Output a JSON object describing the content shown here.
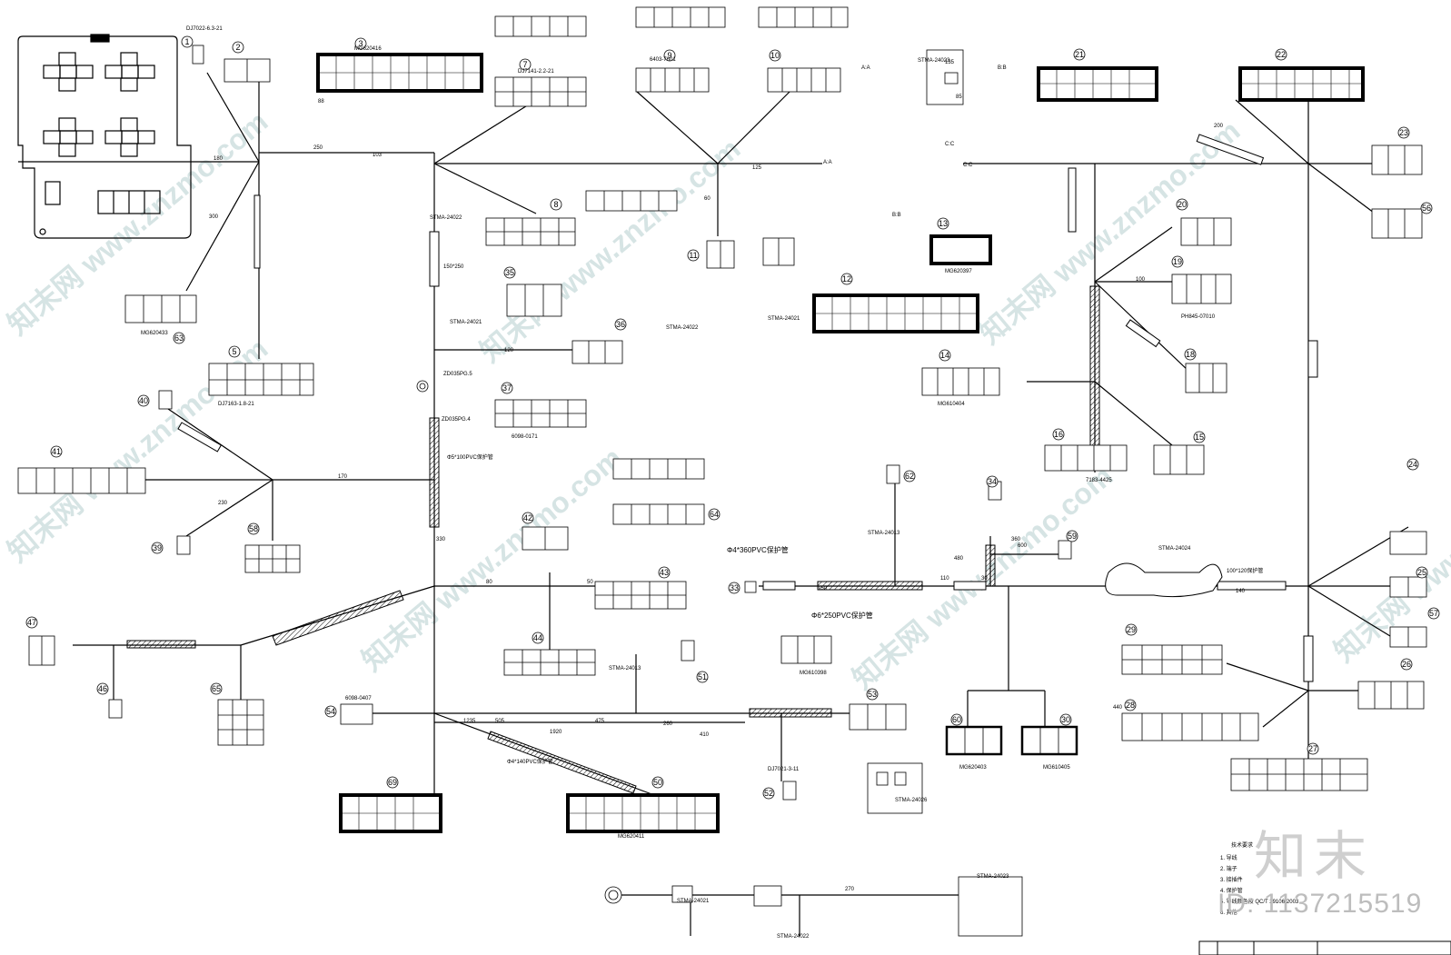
{
  "watermark": {
    "brand": "知末",
    "id": "ID: 1137215519",
    "diag_text": "知末网 www.znzmo.com"
  },
  "cable_refs": {
    "r1": "STMA-24022",
    "r2": "STMA-24021",
    "r3": "STMA-24023",
    "r4": "STMA-24013",
    "r5": "STMA-24024",
    "r6": "STMA-24026"
  },
  "sections": {
    "aa": "A:A",
    "bb": "B:B",
    "cc": "C:C",
    "aa2": "A:A",
    "bb2": "B:B",
    "cc2": "C:C"
  },
  "part_numbers": {
    "p1": "MG620416",
    "p2": "DJ7022-6.3-21",
    "p3": "DJ7141-2.2-21",
    "p4": "6403-7601",
    "p5": "MG620433",
    "p6": "DJ7163-1.8-21",
    "p7": "ZD035PG.5",
    "p8": "ZD035PG.4",
    "p9": "6098-0171",
    "p10": "MG610404",
    "p11": "MG620397",
    "p12": "PH845-07010",
    "p13": "7183-4425",
    "p14": "MG620403",
    "p15": "MG610405",
    "p16": "DJ7021-3-11",
    "p17": "MG610398",
    "p18": "MG620411",
    "p19": "6098-0407"
  },
  "dimensions": [
    "250",
    "103",
    "180",
    "125",
    "88",
    "60",
    "120",
    "300",
    "330",
    "170",
    "230",
    "80",
    "50",
    "110",
    "480",
    "30",
    "360",
    "160",
    "140",
    "1920",
    "505",
    "260",
    "410",
    "270",
    "150",
    "135",
    "85",
    "200",
    "100",
    "440",
    "600",
    "1235",
    "475"
  ],
  "tube_labels": {
    "t1": "Φ4*360PVC保护管",
    "t2": "Φ6*250PVC保护管",
    "t3": "Φ5*100PVC保护管",
    "t4": "Φ4*140PVC保护管",
    "t5": "150*250",
    "t6": "100*120保护管"
  },
  "connector_ids": [
    "1",
    "2",
    "3",
    "5",
    "7",
    "8",
    "9",
    "10",
    "11",
    "12",
    "13",
    "14",
    "15",
    "16",
    "18",
    "19",
    "20",
    "21",
    "22",
    "23",
    "24",
    "25",
    "26",
    "27",
    "28",
    "29",
    "30",
    "33",
    "34",
    "35",
    "36",
    "37",
    "39",
    "40",
    "41",
    "42",
    "43",
    "44",
    "46",
    "47",
    "50",
    "51",
    "52",
    "53",
    "54",
    "56",
    "57",
    "58",
    "59",
    "60",
    "62",
    "63",
    "64",
    "65",
    "69"
  ],
  "note": {
    "lines": [
      "技术要求",
      "1. 导线",
      "2. 端子",
      "3. 接插件",
      "4. 保护管",
      "5. 导线颜色按 QC/T 29106-2003",
      "6. 其他"
    ]
  }
}
